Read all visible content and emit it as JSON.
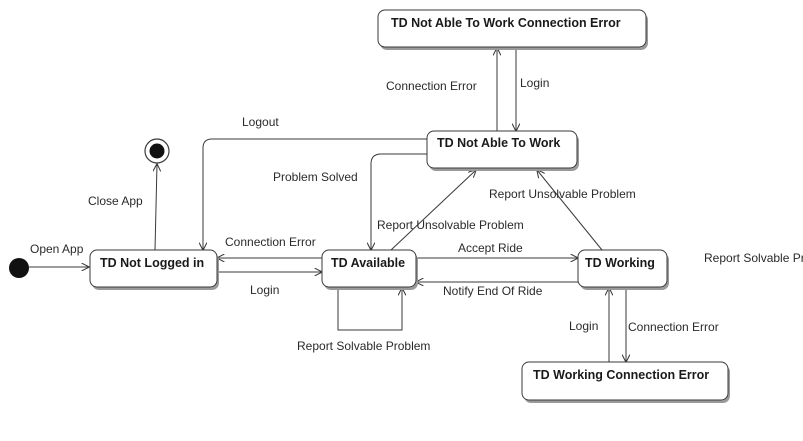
{
  "diagram": {
    "states": {
      "not_logged_in": "TD Not Logged in",
      "available": "TD Available",
      "working": "TD Working",
      "not_able_to_work": "TD Not Able To Work",
      "not_able_conn_error": "TD Not Able To Work Connection Error",
      "working_conn_error": "TD Working Connection Error"
    },
    "transitions": {
      "open_app": "Open App",
      "close_app": "Close App",
      "logout": "Logout",
      "problem_solved": "Problem Solved",
      "conn_error_available": "Connection Error",
      "login_available": "Login",
      "accept_ride": "Accept Ride",
      "notify_end_ride": "Notify End Of Ride",
      "report_unsolvable_from_available": "Report Unsolvable Problem",
      "report_unsolvable_from_working": "Report Unsolvable Problem",
      "report_solvable_self": "Report Solvable Problem",
      "report_solvable_working": "Report Solvable Problem",
      "conn_error_not_able": "Connection Error",
      "login_not_able": "Login",
      "login_working": "Login",
      "conn_error_working": "Connection Error"
    }
  }
}
